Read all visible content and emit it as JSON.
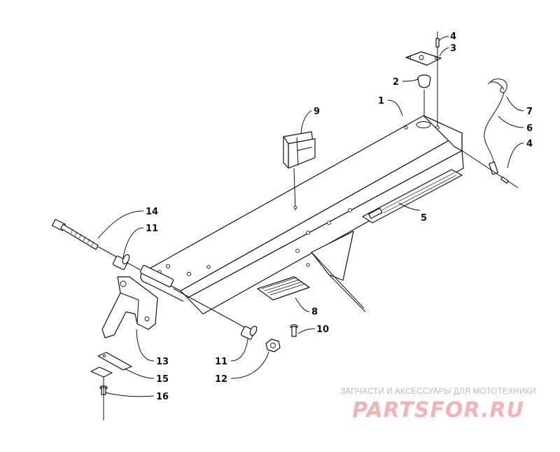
{
  "callouts": {
    "c1": "1",
    "c2": "2",
    "c3": "3",
    "c4a": "4",
    "c4b": "4",
    "c5": "5",
    "c6": "6",
    "c7": "7",
    "c8": "8",
    "c9": "9",
    "c10": "10",
    "c11a": "11",
    "c11b": "11",
    "c12": "12",
    "c13": "13",
    "c14": "14",
    "c15": "15",
    "c16": "16"
  },
  "watermark": {
    "caption": "ЗАПЧАСТИ И АКСЕССУАРЫ ДЛЯ МОТОТЕХНИКИ",
    "logo": "PARTSFOR.RU",
    "logo_color": "#f3b3b3"
  }
}
